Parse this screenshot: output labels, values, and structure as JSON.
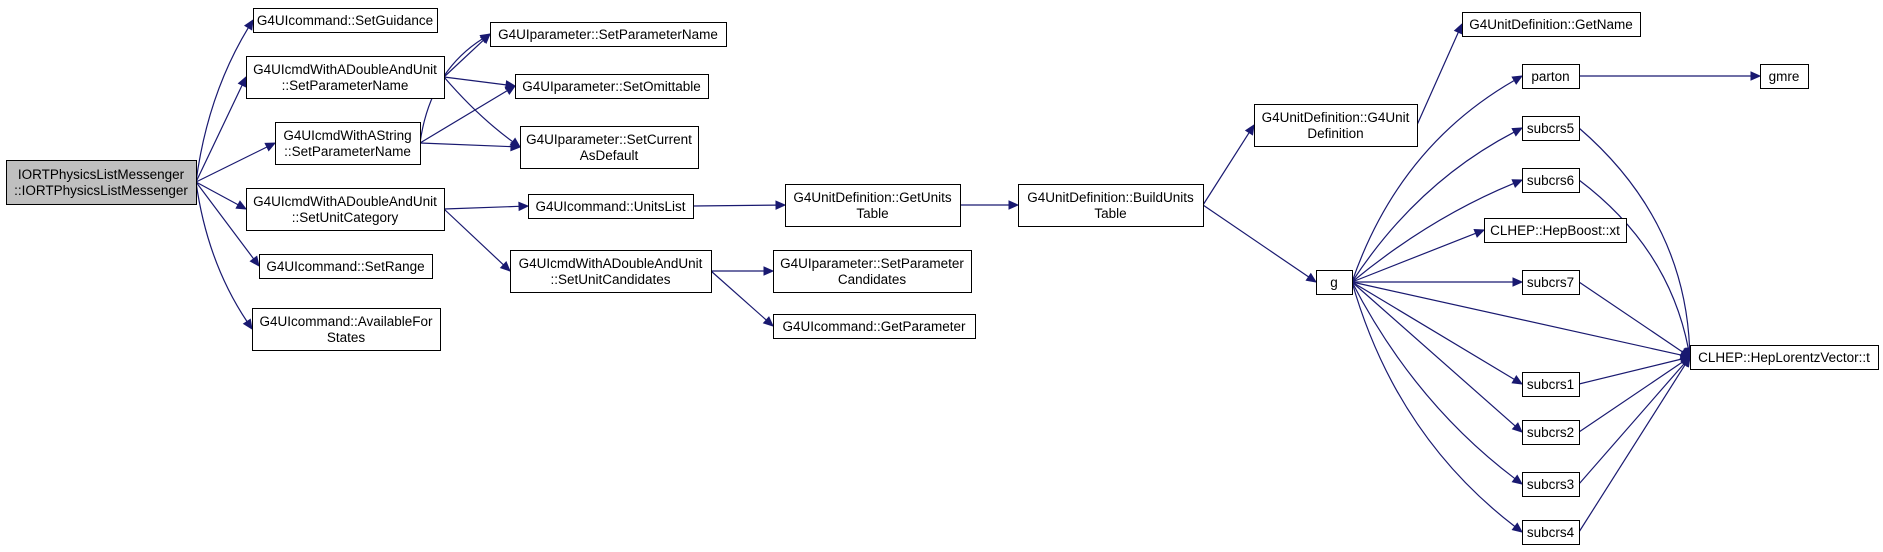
{
  "graph": {
    "edge_color": "#191970",
    "root_fill": "#bfbfbf",
    "nodes": [
      {
        "id": "root",
        "label": [
          "IORTPhysicsListMessenger",
          "::IORTPhysicsListMessenger"
        ]
      },
      {
        "id": "setGuidance",
        "label": [
          "G4UIcommand::SetGuidance"
        ]
      },
      {
        "id": "dblSetParamName",
        "label": [
          "G4UIcmdWithADoubleAndUnit",
          "::SetParameterName"
        ]
      },
      {
        "id": "strSetParamName",
        "label": [
          "G4UIcmdWithAString",
          "::SetParameterName"
        ]
      },
      {
        "id": "dblSetUnitCategory",
        "label": [
          "G4UIcmdWithADoubleAndUnit",
          "::SetUnitCategory"
        ]
      },
      {
        "id": "setRange",
        "label": [
          "G4UIcommand::SetRange"
        ]
      },
      {
        "id": "availableForStates",
        "label": [
          "G4UIcommand::AvailableFor",
          "States"
        ]
      },
      {
        "id": "paramSetParameterName",
        "label": [
          "G4UIparameter::SetParameterName"
        ]
      },
      {
        "id": "paramSetOmittable",
        "label": [
          "G4UIparameter::SetOmittable"
        ]
      },
      {
        "id": "paramSetCurrentAsDefault",
        "label": [
          "G4UIparameter::SetCurrent",
          "AsDefault"
        ]
      },
      {
        "id": "unitsList",
        "label": [
          "G4UIcommand::UnitsList"
        ]
      },
      {
        "id": "dblSetUnitCandidates",
        "label": [
          "G4UIcmdWithADoubleAndUnit",
          "::SetUnitCandidates"
        ]
      },
      {
        "id": "getUnitsTable",
        "label": [
          "G4UnitDefinition::GetUnits",
          "Table"
        ]
      },
      {
        "id": "paramSetParameterCandidates",
        "label": [
          "G4UIparameter::SetParameter",
          "Candidates"
        ]
      },
      {
        "id": "getParameter",
        "label": [
          "G4UIcommand::GetParameter"
        ]
      },
      {
        "id": "buildUnitsTable",
        "label": [
          "G4UnitDefinition::BuildUnits",
          "Table"
        ]
      },
      {
        "id": "g4UnitDefinition",
        "label": [
          "G4UnitDefinition::G4Unit",
          "Definition"
        ]
      },
      {
        "id": "getName",
        "label": [
          "G4UnitDefinition::GetName"
        ]
      },
      {
        "id": "g",
        "label": [
          "g"
        ]
      },
      {
        "id": "parton",
        "label": [
          "parton"
        ]
      },
      {
        "id": "gmre",
        "label": [
          "gmre"
        ]
      },
      {
        "id": "subcrs5",
        "label": [
          "subcrs5"
        ]
      },
      {
        "id": "subcrs6",
        "label": [
          "subcrs6"
        ]
      },
      {
        "id": "hepBoostXt",
        "label": [
          "CLHEP::HepBoost::xt"
        ]
      },
      {
        "id": "subcrs7",
        "label": [
          "subcrs7"
        ]
      },
      {
        "id": "hepLorentzT",
        "label": [
          "CLHEP::HepLorentzVector::t"
        ]
      },
      {
        "id": "subcrs1",
        "label": [
          "subcrs1"
        ]
      },
      {
        "id": "subcrs2",
        "label": [
          "subcrs2"
        ]
      },
      {
        "id": "subcrs3",
        "label": [
          "subcrs3"
        ]
      },
      {
        "id": "subcrs4",
        "label": [
          "subcrs4"
        ]
      }
    ],
    "edges": [
      {
        "from": "root",
        "to": "setGuidance"
      },
      {
        "from": "root",
        "to": "dblSetParamName"
      },
      {
        "from": "root",
        "to": "strSetParamName"
      },
      {
        "from": "root",
        "to": "dblSetUnitCategory"
      },
      {
        "from": "root",
        "to": "setRange"
      },
      {
        "from": "root",
        "to": "availableForStates"
      },
      {
        "from": "dblSetParamName",
        "to": "paramSetParameterName"
      },
      {
        "from": "dblSetParamName",
        "to": "paramSetOmittable"
      },
      {
        "from": "dblSetParamName",
        "to": "paramSetCurrentAsDefault"
      },
      {
        "from": "strSetParamName",
        "to": "paramSetParameterName"
      },
      {
        "from": "strSetParamName",
        "to": "paramSetOmittable"
      },
      {
        "from": "strSetParamName",
        "to": "paramSetCurrentAsDefault"
      },
      {
        "from": "dblSetUnitCategory",
        "to": "unitsList"
      },
      {
        "from": "dblSetUnitCategory",
        "to": "dblSetUnitCandidates"
      },
      {
        "from": "unitsList",
        "to": "getUnitsTable"
      },
      {
        "from": "dblSetUnitCandidates",
        "to": "paramSetParameterCandidates"
      },
      {
        "from": "dblSetUnitCandidates",
        "to": "getParameter"
      },
      {
        "from": "getUnitsTable",
        "to": "buildUnitsTable"
      },
      {
        "from": "buildUnitsTable",
        "to": "g4UnitDefinition"
      },
      {
        "from": "buildUnitsTable",
        "to": "g"
      },
      {
        "from": "g4UnitDefinition",
        "to": "getName"
      },
      {
        "from": "g",
        "to": "parton"
      },
      {
        "from": "g",
        "to": "subcrs5"
      },
      {
        "from": "g",
        "to": "subcrs6"
      },
      {
        "from": "g",
        "to": "hepBoostXt"
      },
      {
        "from": "g",
        "to": "subcrs7"
      },
      {
        "from": "g",
        "to": "hepLorentzT"
      },
      {
        "from": "g",
        "to": "subcrs1"
      },
      {
        "from": "g",
        "to": "subcrs2"
      },
      {
        "from": "g",
        "to": "subcrs3"
      },
      {
        "from": "g",
        "to": "subcrs4"
      },
      {
        "from": "parton",
        "to": "gmre"
      },
      {
        "from": "subcrs5",
        "to": "hepLorentzT"
      },
      {
        "from": "subcrs6",
        "to": "hepLorentzT"
      },
      {
        "from": "subcrs7",
        "to": "hepLorentzT"
      },
      {
        "from": "subcrs1",
        "to": "hepLorentzT"
      },
      {
        "from": "subcrs2",
        "to": "hepLorentzT"
      },
      {
        "from": "subcrs3",
        "to": "hepLorentzT"
      },
      {
        "from": "subcrs4",
        "to": "hepLorentzT"
      }
    ]
  }
}
